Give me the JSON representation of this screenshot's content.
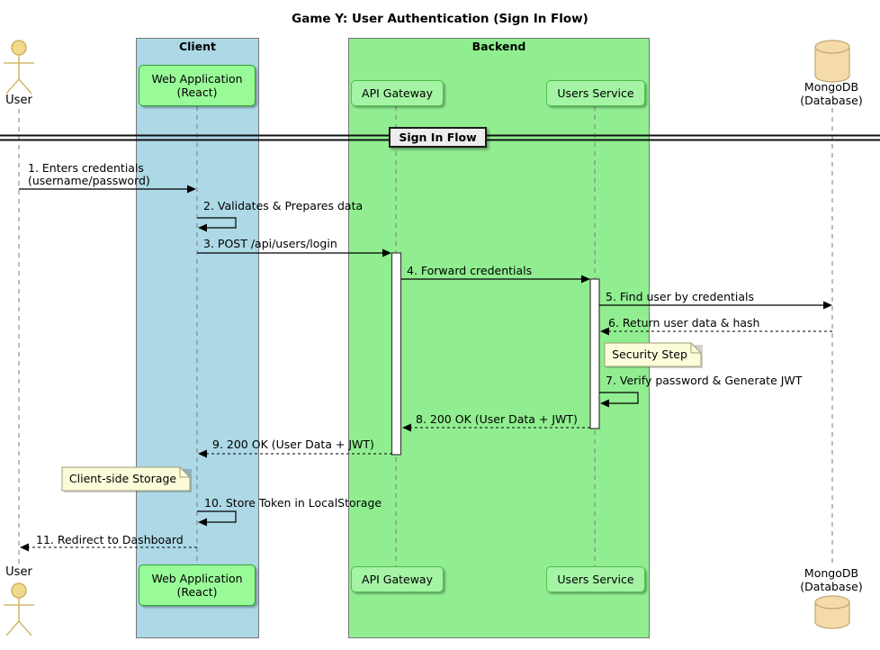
{
  "title": "Game Y: User Authentication (Sign In Flow)",
  "groups": {
    "client": "Client",
    "backend": "Backend"
  },
  "participants": {
    "user": {
      "name": "User",
      "type": "actor"
    },
    "webapp": {
      "line1": "Web Application",
      "line2": "(React)"
    },
    "api_gateway": {
      "name": "API Gateway"
    },
    "users_service": {
      "name": "Users Service"
    },
    "mongodb": {
      "line1": "MongoDB",
      "line2": "(Database)",
      "type": "database"
    }
  },
  "divider": {
    "label": "Sign In Flow"
  },
  "messages": {
    "m1": {
      "line1": "1. Enters credentials",
      "line2": "(username/password)",
      "from": "User",
      "to": "Web Application (React)",
      "style": "solid"
    },
    "m2": {
      "label": "2. Validates & Prepares data",
      "from": "Web Application (React)",
      "to": "Web Application (React)",
      "style": "self"
    },
    "m3": {
      "label": "3. POST /api/users/login",
      "from": "Web Application (React)",
      "to": "API Gateway",
      "style": "solid"
    },
    "m4": {
      "label": "4. Forward credentials",
      "from": "API Gateway",
      "to": "Users Service",
      "style": "solid"
    },
    "m5": {
      "label": "5. Find user by credentials",
      "from": "Users Service",
      "to": "MongoDB (Database)",
      "style": "solid"
    },
    "m6": {
      "label": "6. Return user data & hash",
      "from": "MongoDB (Database)",
      "to": "Users Service",
      "style": "dashed"
    },
    "m7": {
      "label": "7. Verify password & Generate JWT",
      "from": "Users Service",
      "to": "Users Service",
      "style": "self"
    },
    "m8": {
      "label": "8. 200 OK (User Data + JWT)",
      "from": "Users Service",
      "to": "API Gateway",
      "style": "dashed"
    },
    "m9": {
      "label": "9. 200 OK (User Data + JWT)",
      "from": "API Gateway",
      "to": "Web Application (React)",
      "style": "dashed"
    },
    "m10": {
      "label": "10. Store Token in LocalStorage",
      "from": "Web Application (React)",
      "to": "Web Application (React)",
      "style": "self"
    },
    "m11": {
      "label": "11. Redirect to Dashboard",
      "from": "Web Application (React)",
      "to": "User",
      "style": "dashed"
    }
  },
  "notes": {
    "security": "Security Step",
    "client_storage": "Client-side Storage"
  },
  "colors": {
    "client_bg": "#ADD8E6",
    "backend_bg": "#90EE90",
    "group_border": "#767676",
    "webapp_bg": "#98FB98",
    "webapp_border": "#2FA42F",
    "service_bg": "#A5F3A5",
    "service_border": "#4CBF4C",
    "note_bg": "#FCFCDA",
    "note_border": "#9C9C74",
    "divider_bg": "#EDEDED",
    "actor_fill": "#F0DB8C",
    "actor_stroke": "#C9A94E",
    "db_fill": "#F4DBA8",
    "db_stroke": "#C0A876",
    "lifeline": "#7A7A7A",
    "arrow": "#000000"
  }
}
